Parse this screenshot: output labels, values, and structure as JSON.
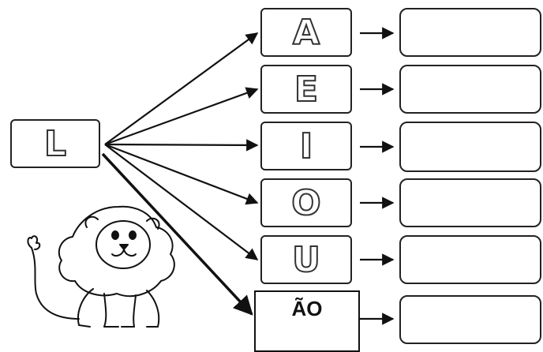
{
  "source": {
    "letter": "L"
  },
  "vowels": [
    {
      "letter": "A"
    },
    {
      "letter": "E"
    },
    {
      "letter": "I"
    },
    {
      "letter": "O"
    },
    {
      "letter": "U"
    }
  ],
  "special": {
    "text": "ÃO"
  },
  "answers": [
    "",
    "",
    "",
    "",
    "",
    ""
  ],
  "illustration": {
    "icon": "lion-illustration"
  }
}
